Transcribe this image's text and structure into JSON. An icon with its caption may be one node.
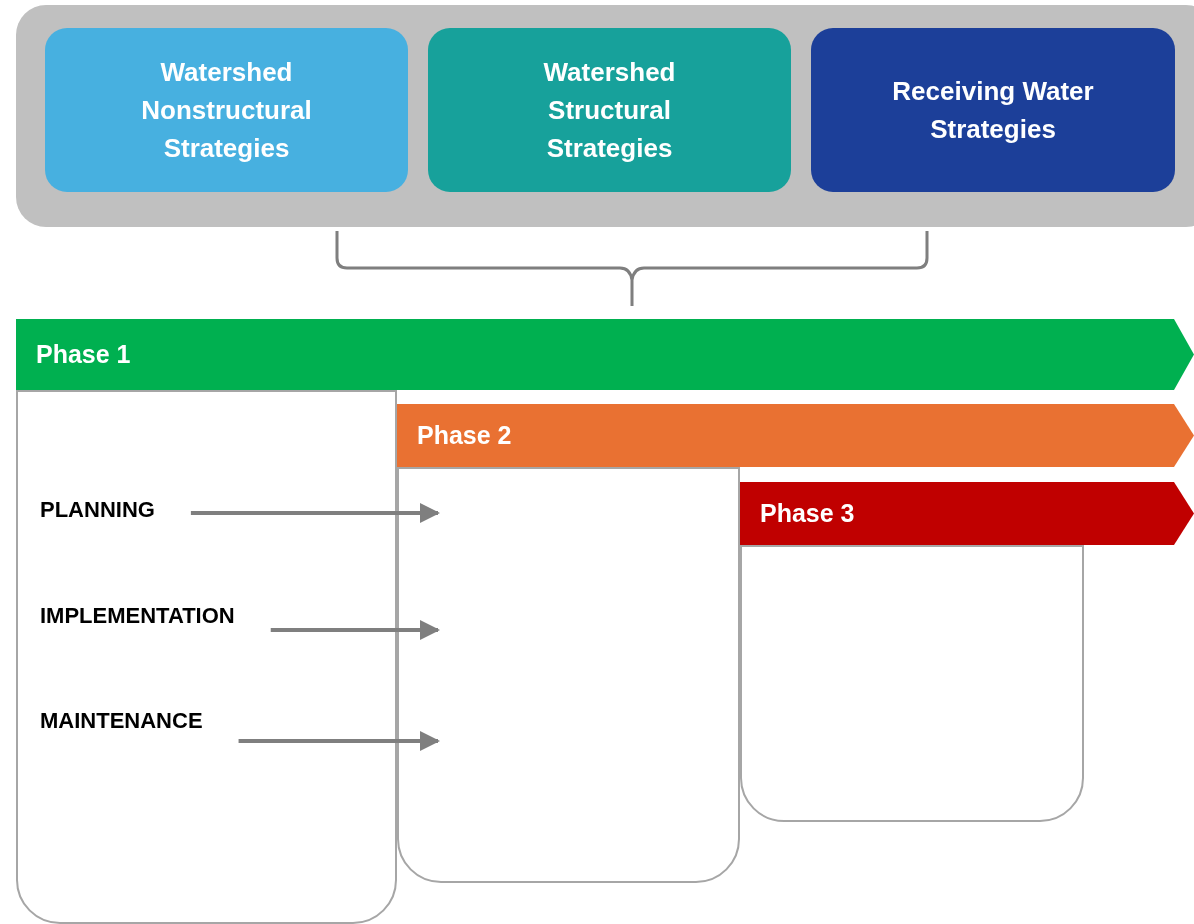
{
  "diagram": {
    "nodes": [
      {
        "text": [],
        "shape": "box"
      },
      {
        "text": [
          "Watershed Nonstructural Strategies"
        ],
        "in": 0
      },
      {
        "text": [
          "Watershed Structural Strategies"
        ],
        "in": 0
      },
      {
        "text": [
          "Receiving Water Strategies"
        ],
        "in": 0
      },
      {
        "text": [
          "Phase 1"
        ]
      },
      {
        "text": [],
        "shape": "box"
      },
      {
        "text": [
          "PLANNING"
        ],
        "in": 5
      },
      {
        "text": [
          "IMPLEMENTATION"
        ],
        "in": 5
      },
      {
        "text": [
          "MAINTENANCE"
        ],
        "in": 5
      },
      {
        "text": [
          "Phase 2"
        ]
      },
      {
        "text": [],
        "shape": "box"
      },
      {
        "text": [
          "Phase 3"
        ]
      },
      {
        "text": [],
        "shape": "box"
      }
    ],
    "edges": [
      {
        "from": 6,
        "to": 10,
        "arrow": "to"
      },
      {
        "from": 7,
        "to": 10,
        "arrow": "to"
      },
      {
        "from": 8,
        "to": 10,
        "arrow": "to"
      }
    ]
  }
}
